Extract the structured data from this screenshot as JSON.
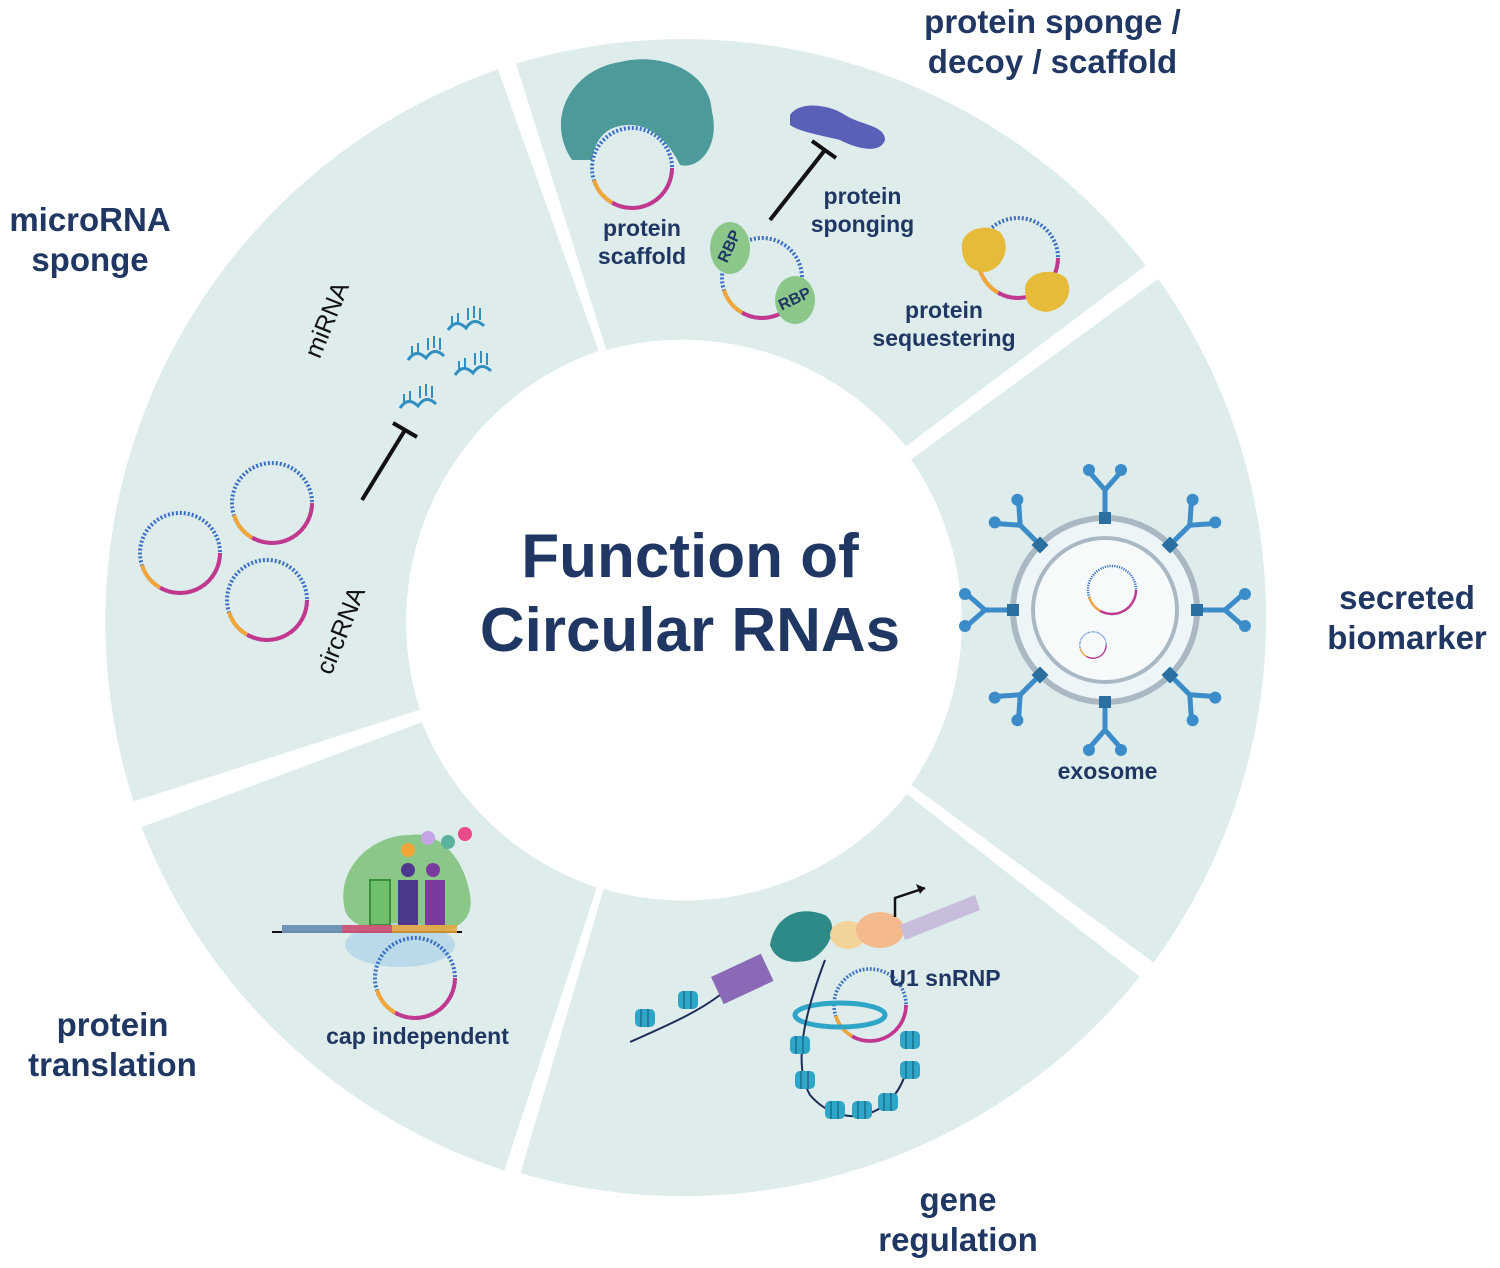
{
  "title": {
    "line1": "Function of",
    "line2": "Circular RNAs"
  },
  "segments": {
    "microrna_sponge": {
      "heading": "microRNA\nsponge",
      "mirna_label": "miRNA",
      "circrna_label": "circRNA"
    },
    "protein_sponge": {
      "heading": "protein sponge /\ndecoy / scaffold",
      "scaffold_label": "protein\nscaffold",
      "sponging_label": "protein\nsponging",
      "sequestering_label": "protein\nsequestering",
      "rbp_label": "RBP"
    },
    "secreted_biomarker": {
      "heading": "secreted\nbiomarker",
      "exosome_label": "exosome"
    },
    "gene_regulation": {
      "heading": "gene\nregulation",
      "u1_label": "U1 snRNP"
    },
    "protein_translation": {
      "heading": "protein\ntranslation",
      "cap_label": "cap independent"
    }
  },
  "colors": {
    "segment_fill": "#deecec",
    "heading_text": "#1f3762",
    "circ_blue": "#3a6fc4",
    "circ_magenta": "#c2388f",
    "circ_orange": "#f2a63a",
    "protein_teal": "#4d9a9a",
    "protein_purple": "#5a5fb8",
    "protein_yellow": "#e6bb3a",
    "exosome_blue": "#3b8cc8",
    "rbp_green": "#8cc78a"
  },
  "icons": [
    "circrna-icon",
    "mirna-icon",
    "inhibition-icon",
    "protein-scaffold-icon",
    "rbp-icon",
    "exosome-icon",
    "ribosome-icon",
    "nucleosome-icon",
    "u1-snrnp-icon",
    "transcription-arrow-icon"
  ]
}
